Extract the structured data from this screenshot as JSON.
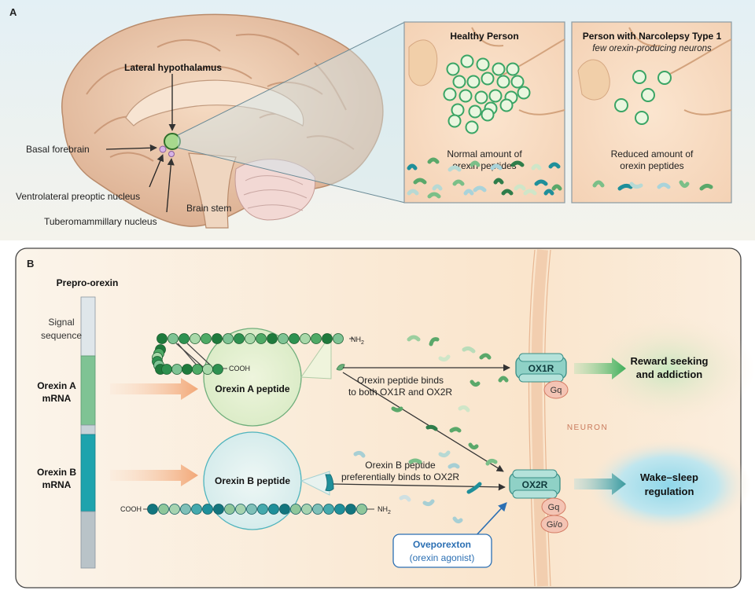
{
  "panel_a": {
    "letter": "A",
    "brain_labels": {
      "lateral_hypothalamus": "Lateral hypothalamus",
      "basal_forebrain": "Basal forebrain",
      "vlpo": "Ventrolateral preoptic nucleus",
      "brain_stem": "Brain stem",
      "tmn": "Tuberomammillary nucleus"
    },
    "healthy": {
      "title": "Healthy Person",
      "peptide_label_line1": "Normal amount of",
      "peptide_label_line2": "orexin peptides"
    },
    "narcolepsy": {
      "title": "Person with Narcolepsy Type 1",
      "subtitle": "few orexin-producing neurons",
      "peptide_label_line1": "Reduced amount of",
      "peptide_label_line2": "orexin peptides"
    }
  },
  "panel_b": {
    "letter": "B",
    "prepro_title": "Prepro-orexin",
    "signal_line1": "Signal",
    "signal_line2": "sequence",
    "orexin_a_mrna_line1": "Orexin A",
    "orexin_a_mrna_line2": "mRNA",
    "orexin_b_mrna_line1": "Orexin B",
    "orexin_b_mrna_line2": "mRNA",
    "orexin_a_peptide": "Orexin A peptide",
    "orexin_b_peptide": "Orexin B peptide",
    "nh2": "NH",
    "nh2_sub": "2",
    "cooh": "COOH",
    "binds_a_line1": "Orexin peptide binds",
    "binds_a_line2": "to both OX1R and OX2R",
    "binds_b_line1": "Orexin B peptide",
    "binds_b_line2": "preferentially binds to OX2R",
    "ox1r": "OX1R",
    "ox2r": "OX2R",
    "gq": "Gq",
    "gio": "Gi/o",
    "neuron": "NEURON",
    "reward_line1": "Reward seeking",
    "reward_line2": "and addiction",
    "wake_line1": "Wake–sleep",
    "wake_line2": "regulation",
    "drug_name": "Oveporexton",
    "drug_desc": "(orexin agonist)"
  },
  "colors": {
    "orexin_a_green": "#5aa86a",
    "orexin_b_teal": "#1f8f9a",
    "arrow_orange": "#f2b48a",
    "drug_blue": "#2b6fb3",
    "receptor_pink": "#f4c4b4"
  }
}
